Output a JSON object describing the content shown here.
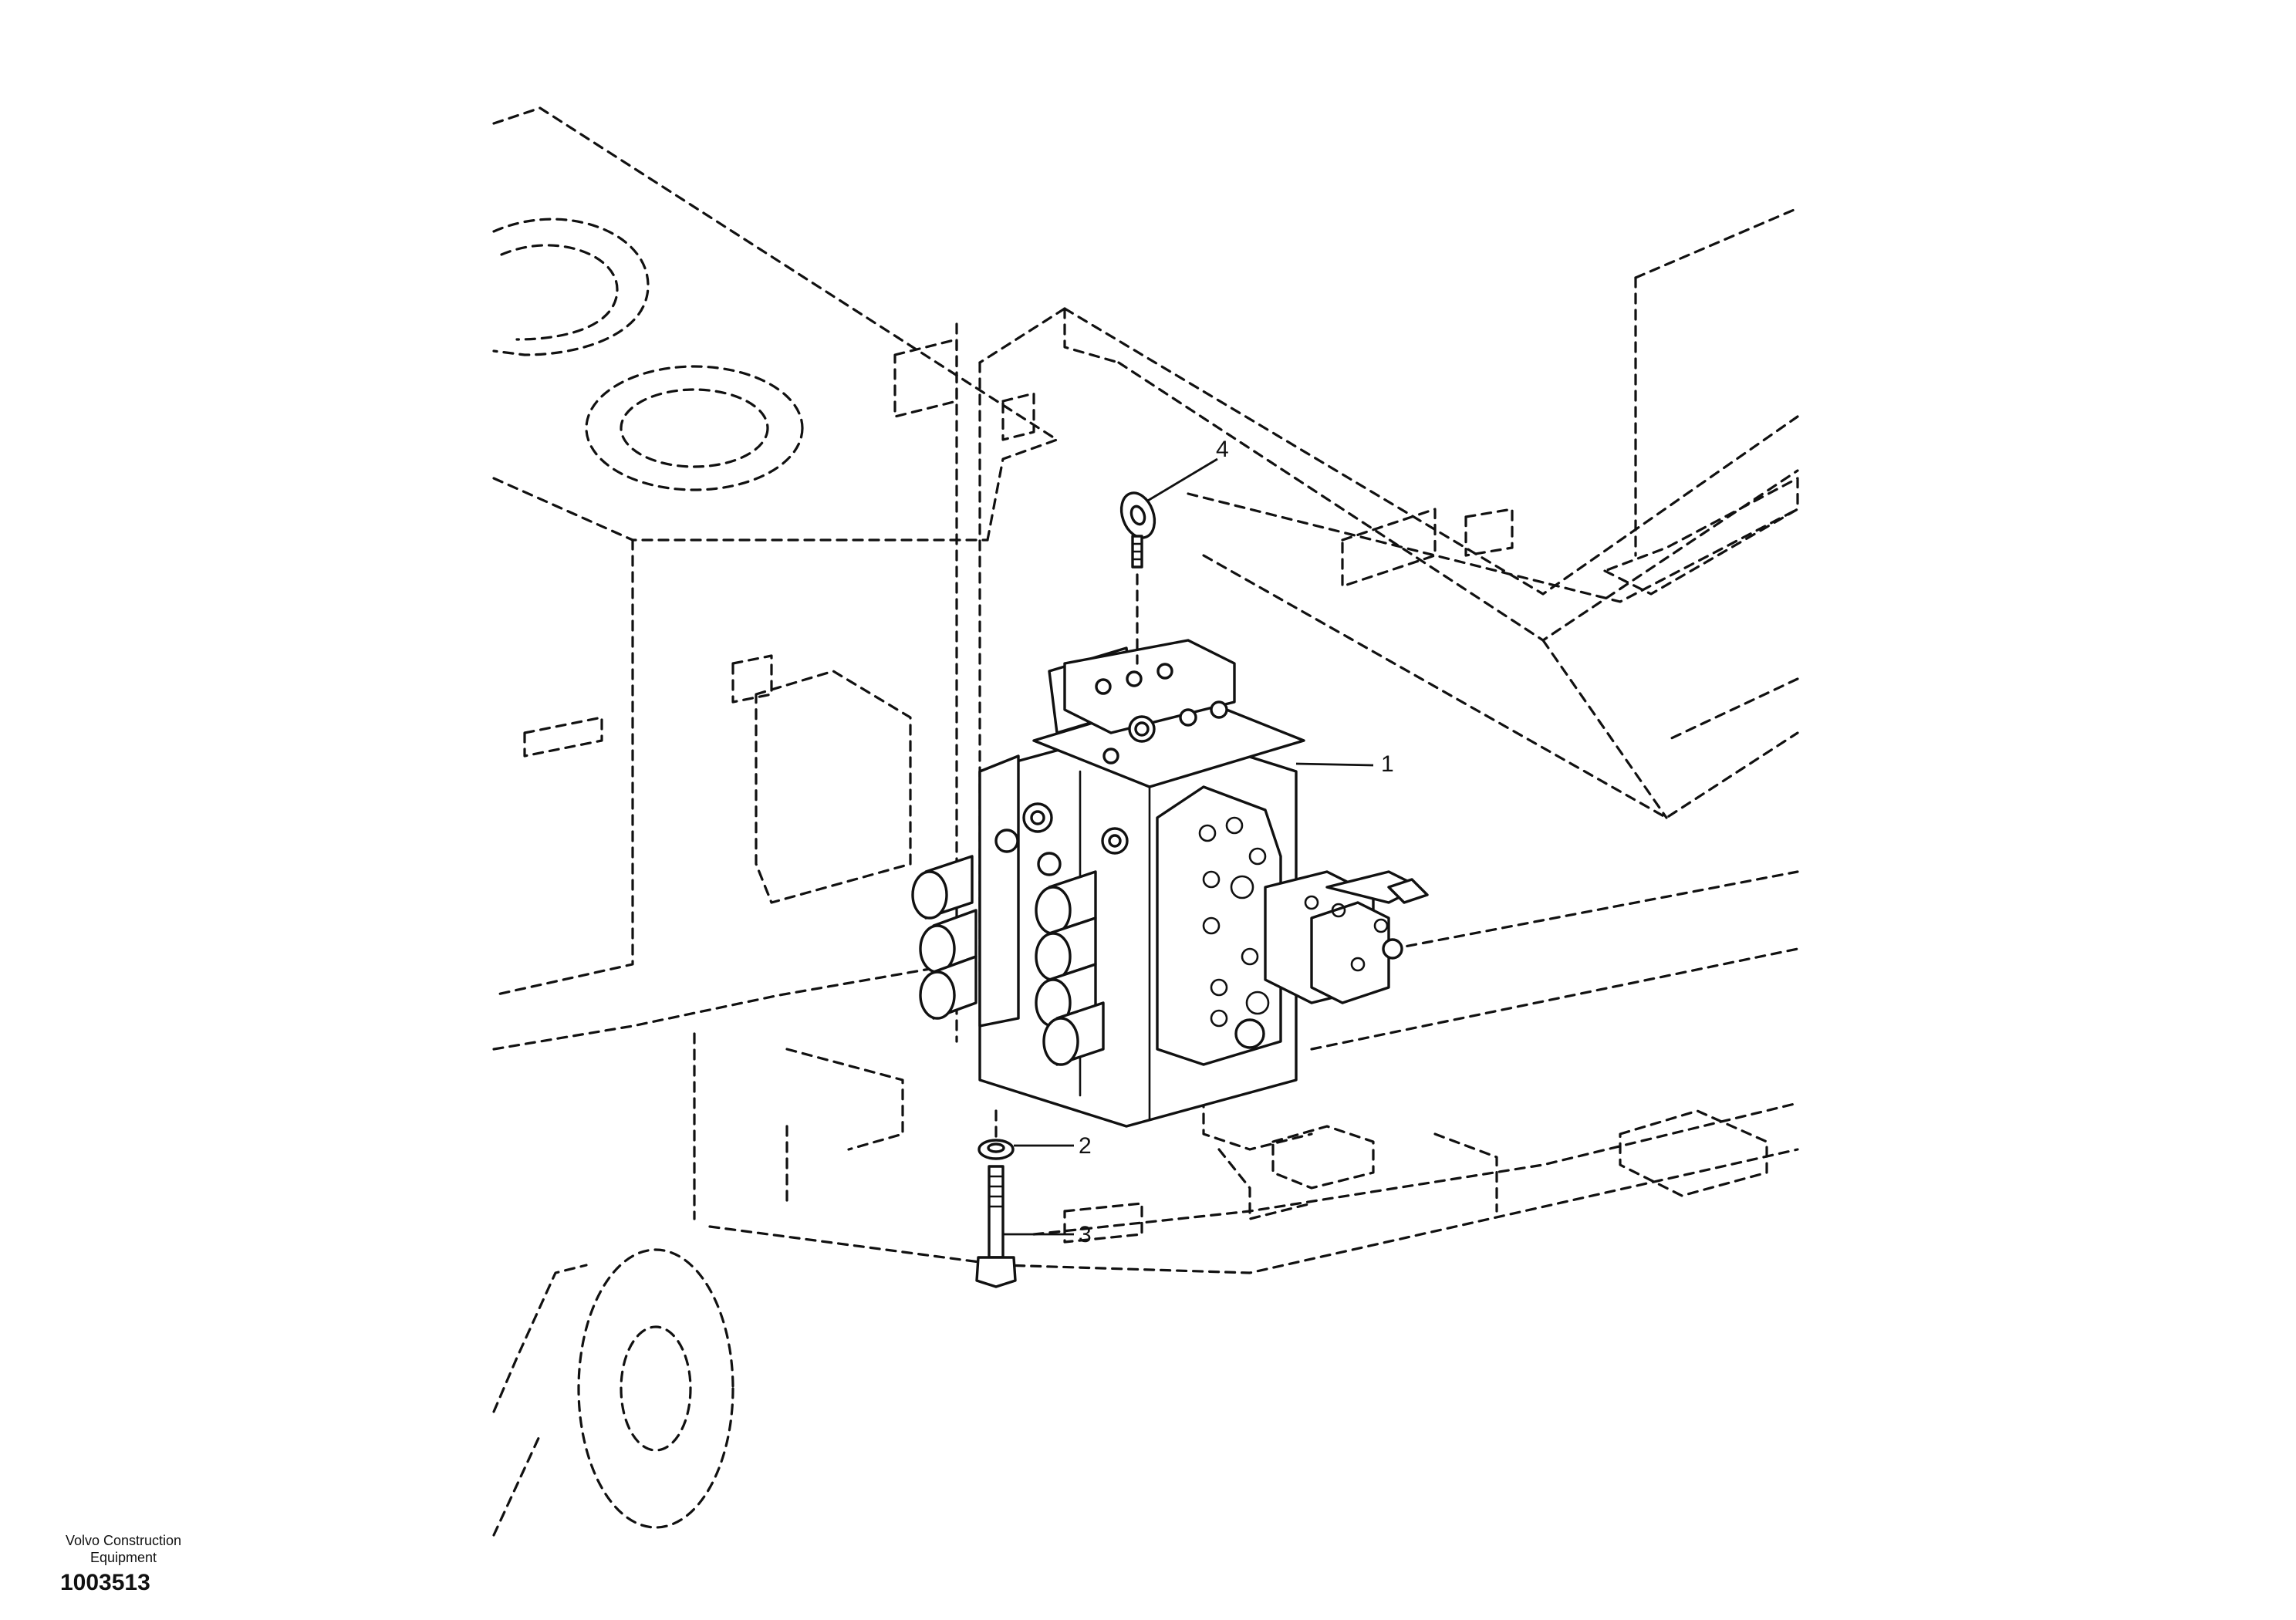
{
  "drawing": {
    "callouts": [
      "1",
      "2",
      "3",
      "4"
    ]
  },
  "footer": {
    "brand_line1": "Volvo Construction",
    "brand_line2": "Equipment",
    "figure_number": "1003513"
  }
}
